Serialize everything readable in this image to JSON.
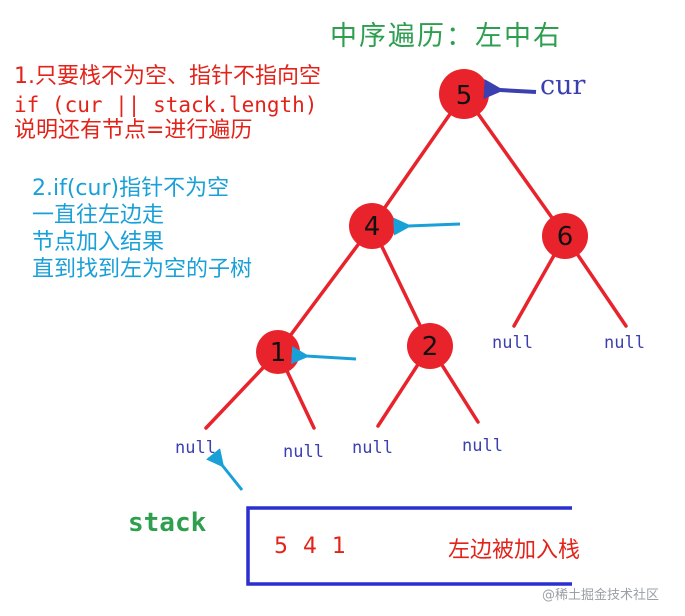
{
  "title": "中序遍历：左中右",
  "notes_red": [
    "1.只要栈不为空、指针不指向空",
    "if (cur || stack.length)",
    "说明还有节点=进行遍历"
  ],
  "notes_blue": [
    "2.if(cur)指针不为空",
    "一直往左边走",
    "节点加入结果",
    "直到找到左为空的子树"
  ],
  "cur_label": "cur",
  "tree": {
    "nodes": [
      {
        "id": "n5",
        "label": "5"
      },
      {
        "id": "n4",
        "label": "4"
      },
      {
        "id": "n6",
        "label": "6"
      },
      {
        "id": "n1",
        "label": "1"
      },
      {
        "id": "n2",
        "label": "2"
      }
    ],
    "null_label": "null"
  },
  "stack": {
    "label": "stack",
    "values": "5 4 1",
    "note": "左边被加入栈"
  },
  "watermark": "@稀土掘金技术社区",
  "colors": {
    "node_fill": "#e8232b",
    "edge": "#e8232b",
    "arrow_blue": "#1aa0d8",
    "arrow_dark": "#3b3fb0",
    "stack_box": "#2b2fd0"
  }
}
